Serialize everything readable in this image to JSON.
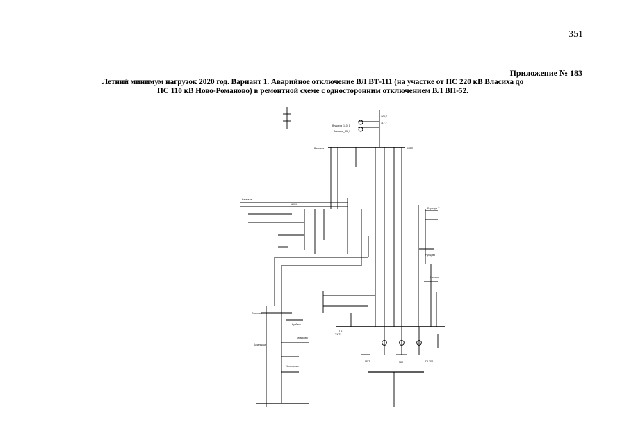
{
  "page": {
    "number": "351"
  },
  "header": {
    "appendix": "Приложение № 183",
    "title_line1": "Летний минимум нагрузок 2020 год. Вариант 1. Аварийное отключение ВЛ ВТ-111 (на участке от ПС 220 кВ Власиха до",
    "title_line2": "ПС 110 кВ Ново-Романово) в ремонтной схеме с односторонним отключением ВЛ ВП-52."
  },
  "scheme": {
    "labels": {
      "vlasikha": "Власиха",
      "vlasikha_bus": "Власиха_110_1",
      "vlasikha_bus2": "Власиха_35_1",
      "kasmala": "Касмала",
      "lotoshno": "Лотошно",
      "kuzbass": "Кузбасс",
      "kazenyshi": "Казеныши",
      "gb": "ГБ",
      "zharkovo": "Жарково",
      "chesnokovo": "Чесноково",
      "barnaul_t": "Барнаул-Т",
      "ozernoe": "Озерное",
      "rubtsovsk": "Рубцово",
      "bus_135": "135,0",
      "bus_121": "121,2",
      "bus_120": "120,9",
      "bus_117": "117,7",
      "ps_tb1": "ГБ Т",
      "ps_tb2": "ГБ2",
      "ps_tb3": "Т1 Т1",
      "ps_tb4": "ГЗ ТБ1"
    }
  }
}
